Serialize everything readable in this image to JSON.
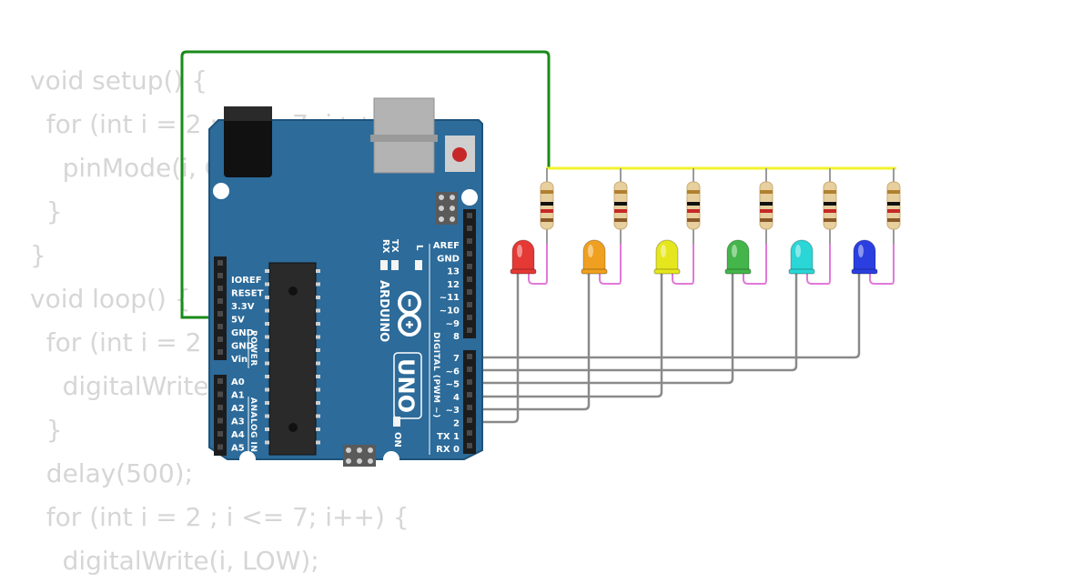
{
  "code": {
    "lines": [
      "void setup() {",
      "  for (int i = 2 ; i <= 7; i++) {",
      "    pinMode(i, OUTPUT);",
      "  }",
      "}",
      "void loop() {",
      "  for (int i = 2 ; i <= 7; i++) {",
      "    digitalWrite(i, HIGH);",
      "  }",
      "  delay(500);",
      "  for (int i = 2 ; i <= 7; i++) {",
      "    digitalWrite(i, LOW);"
    ]
  },
  "board": {
    "brand": "ARDUINO",
    "model": "UNO",
    "digital_header": "DIGITAL (PWM ~)",
    "power_header": "POWER",
    "analog_header": "ANALOG IN",
    "led_tx": "TX",
    "led_rx": "RX",
    "led_l": "L",
    "led_on": "ON",
    "power_pins": [
      "IOREF",
      "RESET",
      "3.3V",
      "5V",
      "GND",
      "GND",
      "Vin"
    ],
    "analog_pins": [
      "A0",
      "A1",
      "A2",
      "A3",
      "A4",
      "A5"
    ],
    "digital_top_pins": [
      "AREF",
      "GND",
      "13",
      "12",
      "~11",
      "~10",
      "~9",
      "8"
    ],
    "digital_bottom_pins": [
      "7",
      "~6",
      "~5",
      "4",
      "~3",
      "2",
      "TX 1",
      "RX 0"
    ],
    "colors": {
      "board": "#2c6b9a",
      "edge": "#1f5379"
    }
  },
  "leds": [
    {
      "color": "#e53935"
    },
    {
      "color": "#f0a020"
    },
    {
      "color": "#e6e61e"
    },
    {
      "color": "#43b54a"
    },
    {
      "color": "#2ad6d6"
    },
    {
      "color": "#2b3fe0"
    }
  ],
  "wires": {
    "power": "#1a8a1a",
    "rail": "#f2f22e",
    "signal": "#8a8a8a",
    "led_leg": "#e07ad8"
  }
}
